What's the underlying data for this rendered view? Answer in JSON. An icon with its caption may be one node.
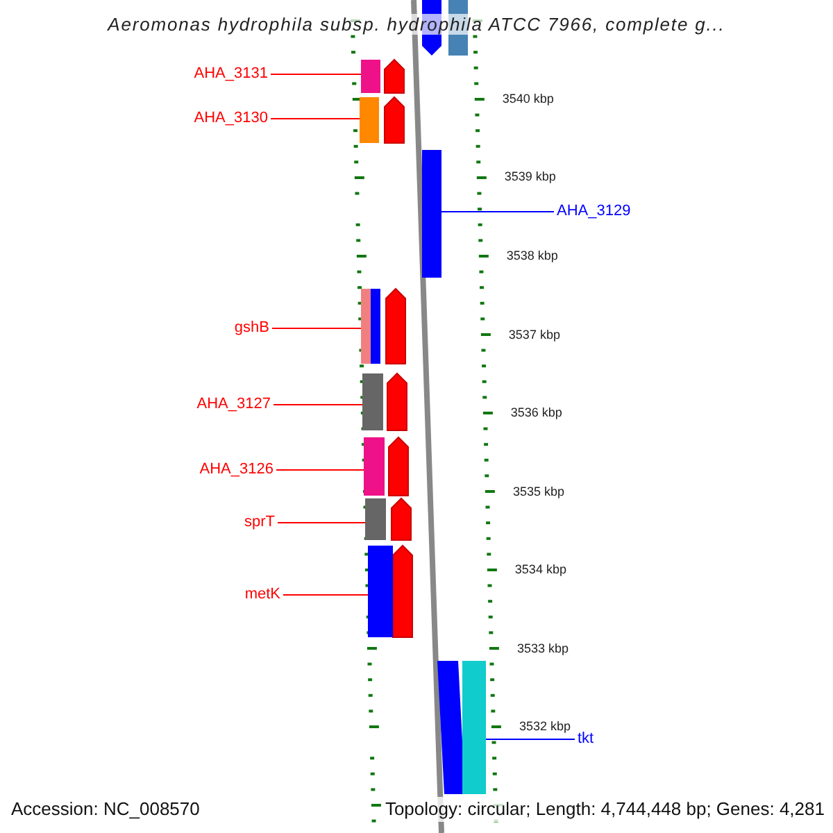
{
  "diagram": {
    "title": "Aeromonas hydrophila subsp. hydrophila ATCC 7966, complete g...",
    "nodes": [
      {
        "text": [
          "AHA_3131"
        ]
      },
      {
        "text": [],
        "shape": "bar"
      },
      {
        "text": [
          "AHA_3130"
        ]
      },
      {
        "text": [],
        "shape": "bar"
      },
      {
        "text": [
          "AHA_3129"
        ]
      },
      {
        "text": [],
        "shape": "bar"
      },
      {
        "text": [
          "gshB"
        ]
      },
      {
        "text": [],
        "shape": "bar"
      },
      {
        "text": [
          "AHA_3127"
        ]
      },
      {
        "text": [],
        "shape": "bar"
      },
      {
        "text": [
          "AHA_3126"
        ]
      },
      {
        "text": [],
        "shape": "bar"
      },
      {
        "text": [
          "sprT"
        ]
      },
      {
        "text": [],
        "shape": "bar"
      },
      {
        "text": [
          "metK"
        ]
      },
      {
        "text": [],
        "shape": "bar"
      },
      {
        "text": [
          "tkt"
        ]
      },
      {
        "text": [],
        "shape": "bar"
      }
    ],
    "edges": [
      {
        "from": 0,
        "to": 1,
        "arrow": "none"
      },
      {
        "from": 2,
        "to": 3,
        "arrow": "none"
      },
      {
        "from": 4,
        "to": 5,
        "arrow": "none",
        "color": "#0000ff"
      },
      {
        "from": 6,
        "to": 7,
        "arrow": "none"
      },
      {
        "from": 8,
        "to": 9,
        "arrow": "none"
      },
      {
        "from": 10,
        "to": 11,
        "arrow": "none"
      },
      {
        "from": 12,
        "to": 13,
        "arrow": "none"
      },
      {
        "from": 14,
        "to": 15,
        "arrow": "none"
      },
      {
        "from": 16,
        "to": 17,
        "arrow": "none",
        "color": "#0000ff"
      }
    ],
    "labels": [
      "3540 kbp",
      "3539 kbp",
      "3538 kbp",
      "3537 kbp",
      "3536 kbp",
      "3535 kbp",
      "3534 kbp",
      "3533 kbp",
      "3532 kbp",
      "Accession: NC_008570",
      "Topology: circular; Length: 4,744,448 bp; Genes: 4,281"
    ]
  }
}
